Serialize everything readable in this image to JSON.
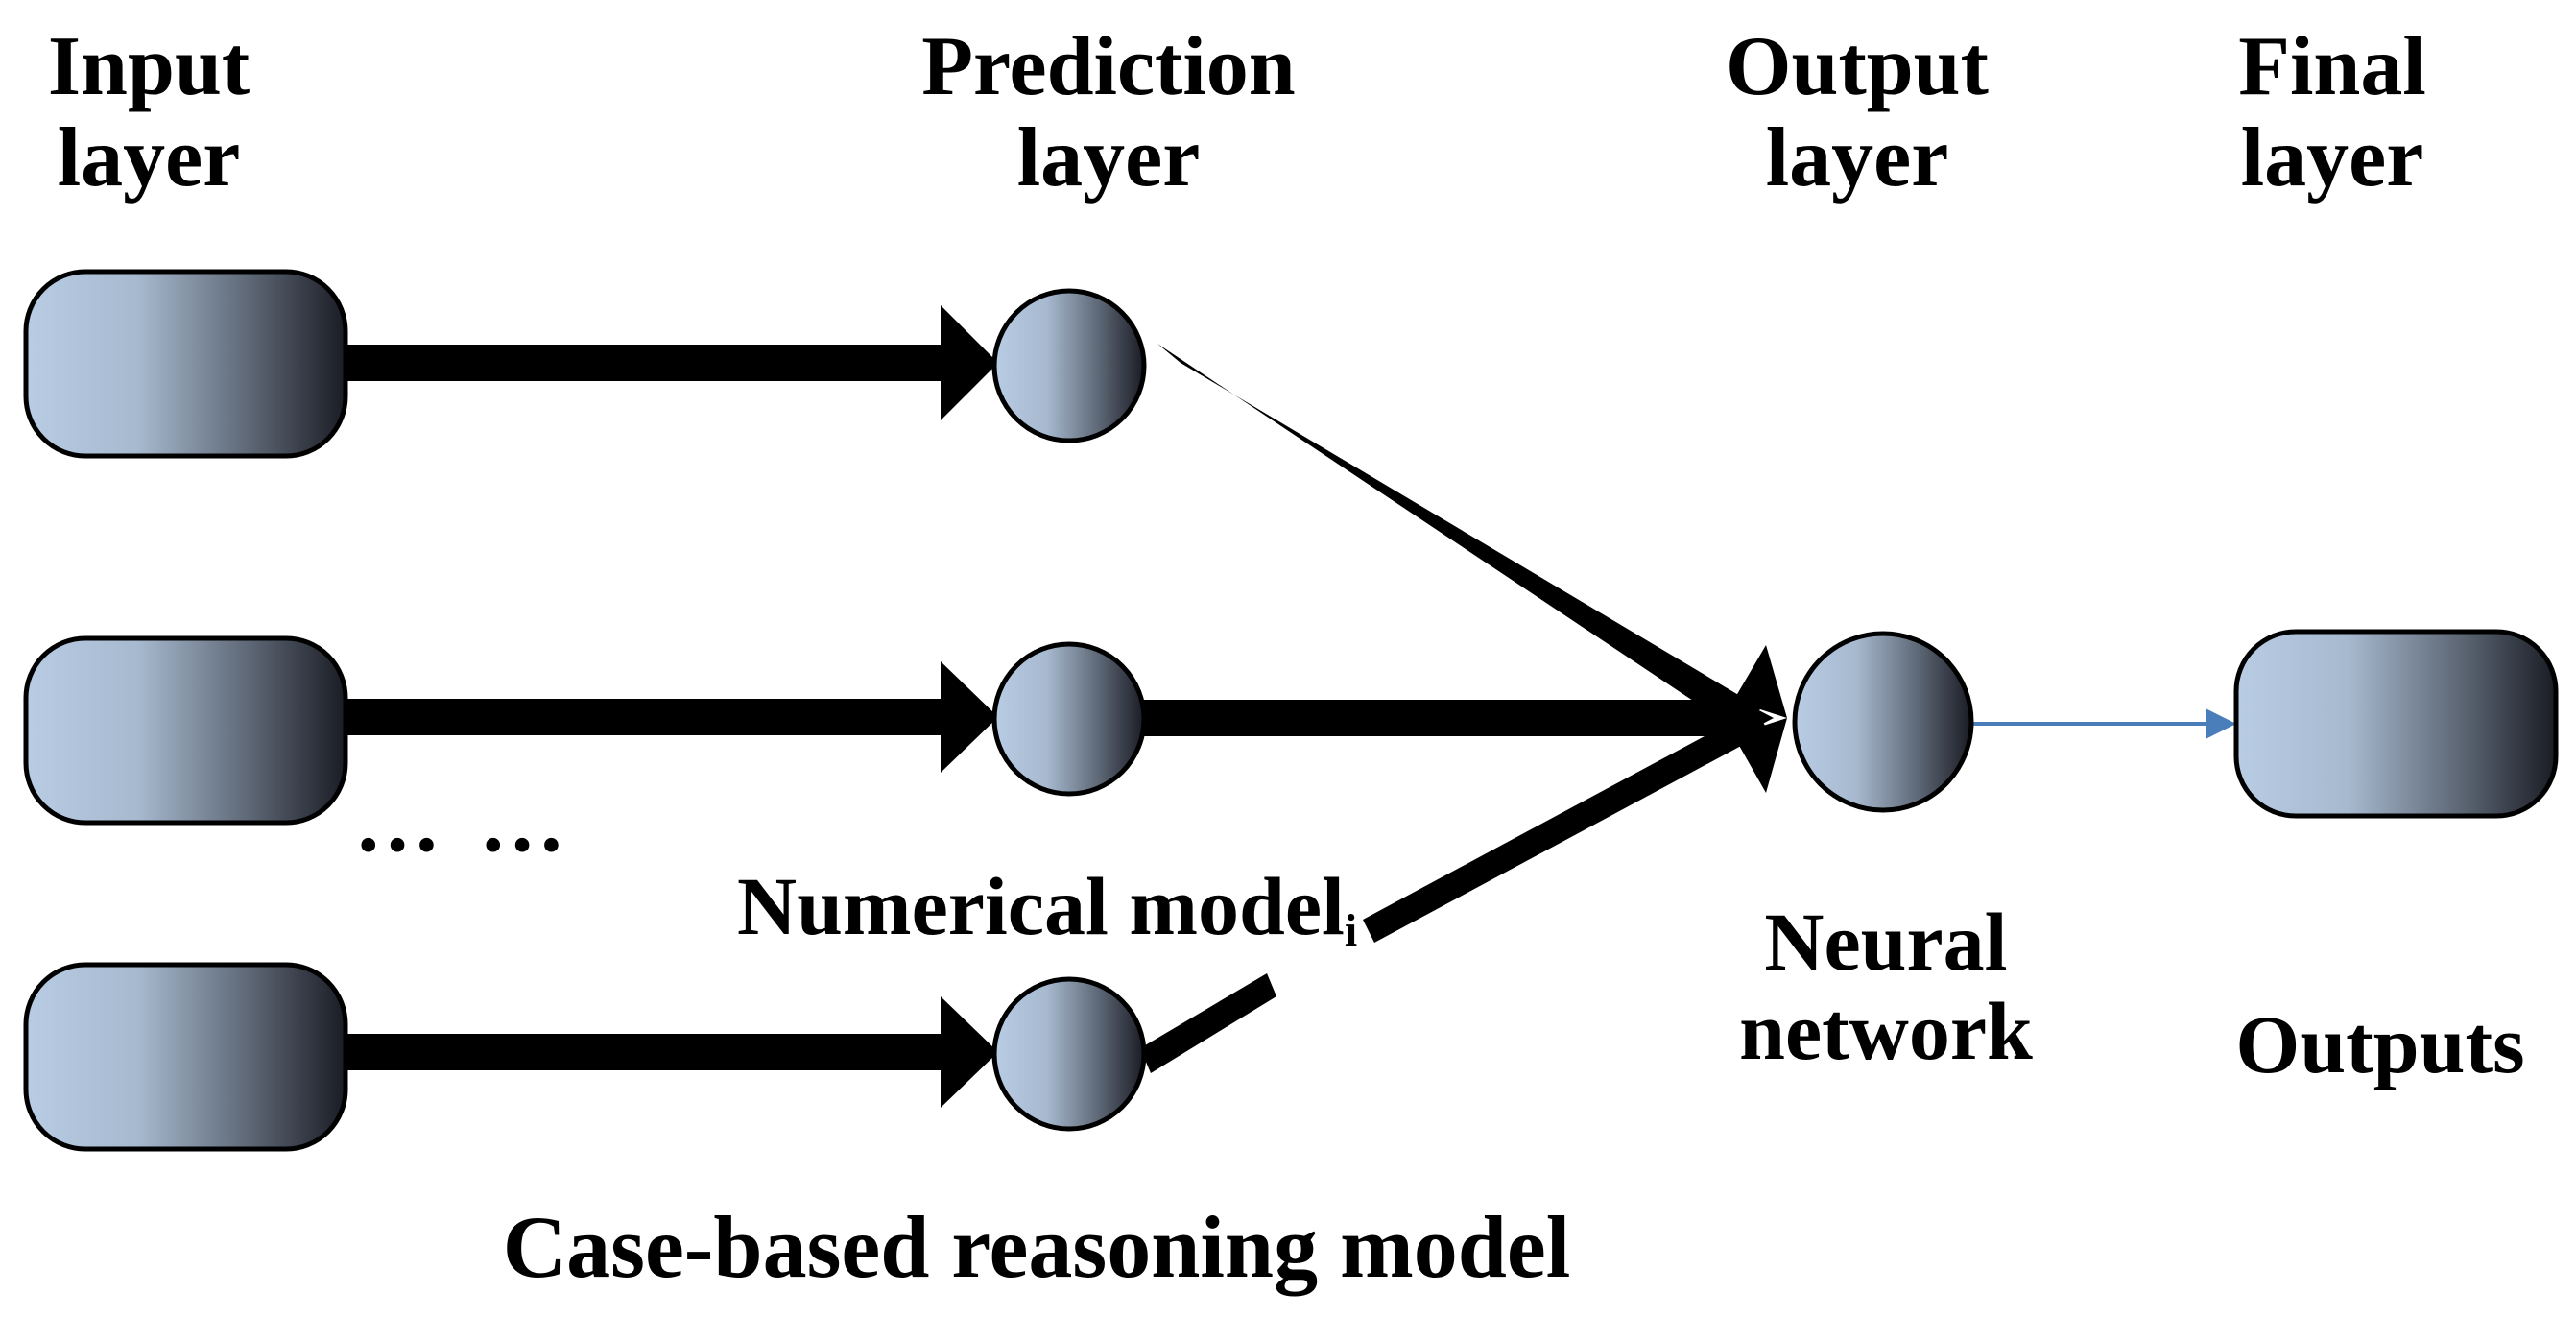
{
  "headers": {
    "input": [
      "Input",
      "layer"
    ],
    "prediction": [
      "Prediction",
      "layer"
    ],
    "output": [
      "Output",
      "layer"
    ],
    "final": [
      "Final",
      "layer"
    ]
  },
  "labels": {
    "ellipsis_left": "…",
    "ellipsis_right": "…",
    "numerical_model": "Numerical model",
    "numerical_model_sub": "i",
    "neural": "Neural",
    "network": "network",
    "outputs": "Outputs",
    "case_based": "Case-based reasoning model"
  },
  "colors": {
    "node_light": "#b8cce4",
    "node_dark": "#1a1c24",
    "arrow": "#000000",
    "output_link": "#4a7ebb"
  }
}
